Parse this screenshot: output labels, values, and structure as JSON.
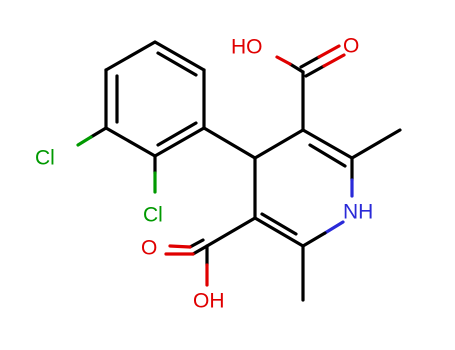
{
  "molecule": {
    "atoms": {
      "oh_top": "HO",
      "o_top": "O",
      "cl_left": "Cl",
      "cl_lower": "Cl",
      "nh": "NH",
      "o_bottom": "O",
      "oh_bottom": "OH"
    },
    "colors": {
      "bond": "#000000",
      "oxygen": "#e00000",
      "chlorine": "#009900",
      "nitrogen": "#2a2ad8"
    }
  }
}
